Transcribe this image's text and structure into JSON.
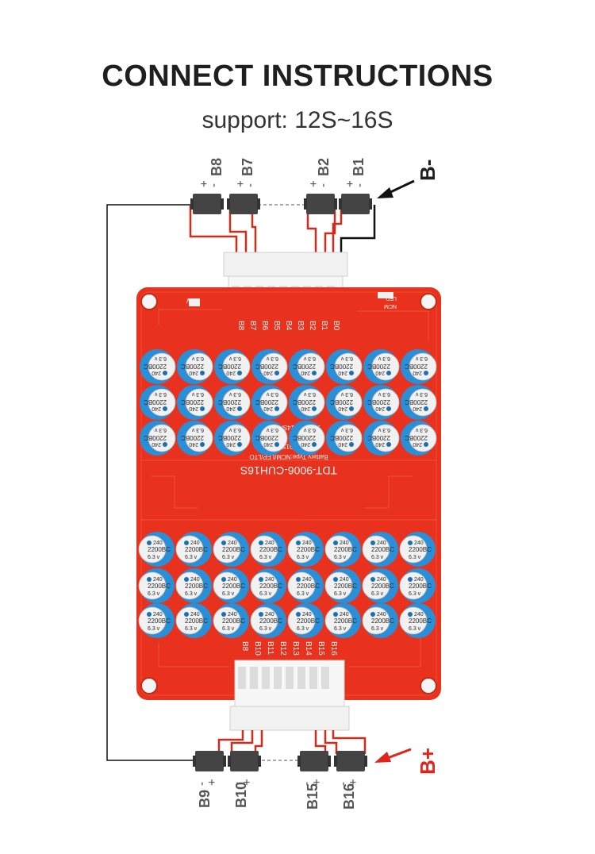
{
  "header": {
    "title": "CONNECT INSTRUCTIONS",
    "subtitle": "support: 12S~16S"
  },
  "terminals": {
    "negative_label": "B-",
    "positive_label": "B+"
  },
  "top_cells": [
    {
      "name": "B8",
      "plus": "+",
      "minus": "-"
    },
    {
      "name": "B7",
      "plus": "+",
      "minus": "-"
    },
    {
      "name": "B2",
      "plus": "+",
      "minus": "-"
    },
    {
      "name": "B1",
      "plus": "+",
      "minus": "-"
    }
  ],
  "bottom_cells": [
    {
      "name": "B9",
      "plus": "+",
      "minus": "-"
    },
    {
      "name": "B10",
      "plus": "+",
      "minus": "-"
    },
    {
      "name": "B15",
      "plus": "+",
      "minus": "-"
    },
    {
      "name": "B16",
      "plus": "+",
      "minus": "-"
    }
  ],
  "board": {
    "model": "TDT-9006-CUH16S",
    "battery_type": "Battery Type:NCM/LFP/LTO",
    "size": "L125*W91*T19mm",
    "cells_supported": "12S/13S/14S/15S/16S",
    "switch_label": "SW",
    "led_label": "LED",
    "ncm_label": "NCM",
    "top_pins": [
      "B8",
      "B7",
      "B6",
      "B5",
      "B4",
      "B3",
      "B2",
      "B1",
      "B0"
    ],
    "bottom_pins": [
      "B8",
      "B10",
      "B11",
      "B12",
      "B13",
      "B14",
      "B15",
      "B16"
    ]
  },
  "capacitor": {
    "brand": "240",
    "capacitance": "2200BC",
    "voltage": "6.3 v"
  },
  "colors": {
    "board": "#e8321d",
    "wire_red": "#d42a1a",
    "wire_black": "#111111",
    "arrow_red": "#e0231b",
    "cap_blue": "#2a8fd6",
    "cap_white": "#f1f1f1"
  }
}
